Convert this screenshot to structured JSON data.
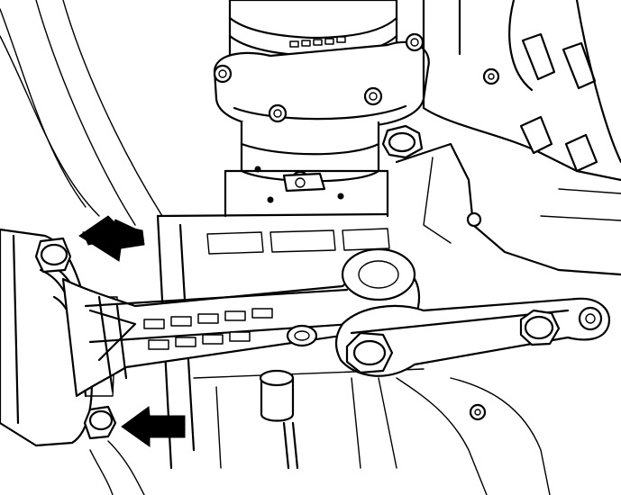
{
  "figure": {
    "kind": "technical line illustration",
    "parts": [
      "engine-mount-bracket",
      "torque-rod",
      "gearbox-housing",
      "drive-shaft-boot",
      "mounting-bolts"
    ],
    "indicators": [
      {
        "name": "upper-arrow-icon",
        "points_to": "upper-bracket-bolt"
      },
      {
        "name": "lower-arrow-icon",
        "points_to": "lower-bracket-bolt"
      }
    ],
    "colors": {
      "line": "#000000",
      "background": "#ffffff"
    }
  }
}
